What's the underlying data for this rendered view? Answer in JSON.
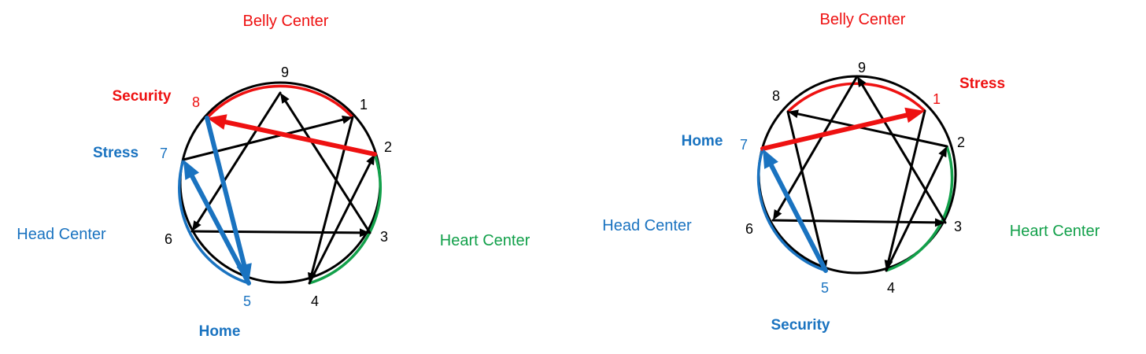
{
  "colors": {
    "red": "#ee1111",
    "blue": "#1a73c0",
    "green": "#12a04a",
    "black": "#000000"
  },
  "lines": [
    [
      1,
      4
    ],
    [
      4,
      2
    ],
    [
      2,
      8
    ],
    [
      8,
      5
    ],
    [
      5,
      7
    ],
    [
      7,
      1
    ],
    [
      9,
      6
    ],
    [
      6,
      3
    ],
    [
      3,
      9
    ]
  ],
  "diagrams": [
    {
      "belly_center": "Belly Center",
      "head_center": "Head Center",
      "heart_center": "Heart Center",
      "points": [
        {
          "n": "1",
          "color": "black"
        },
        {
          "n": "2",
          "color": "black"
        },
        {
          "n": "3",
          "color": "black"
        },
        {
          "n": "4",
          "color": "black"
        },
        {
          "n": "5",
          "color": "blue"
        },
        {
          "n": "6",
          "color": "black"
        },
        {
          "n": "7",
          "color": "blue"
        },
        {
          "n": "8",
          "color": "red"
        },
        {
          "n": "9",
          "color": "black"
        }
      ],
      "roles": {
        "security": "Security",
        "stress": "Stress",
        "home": "Home"
      },
      "highlight_arrows": [
        {
          "from": 2,
          "to": 8,
          "color": "red"
        },
        {
          "from": 8,
          "to": 5,
          "color": "blue"
        },
        {
          "from": 5,
          "to": 7,
          "color": "blue"
        }
      ]
    },
    {
      "belly_center": "Belly Center",
      "head_center": "Head Center",
      "heart_center": "Heart Center",
      "points": [
        {
          "n": "1",
          "color": "red"
        },
        {
          "n": "2",
          "color": "black"
        },
        {
          "n": "3",
          "color": "black"
        },
        {
          "n": "4",
          "color": "black"
        },
        {
          "n": "5",
          "color": "blue"
        },
        {
          "n": "6",
          "color": "black"
        },
        {
          "n": "7",
          "color": "blue"
        },
        {
          "n": "8",
          "color": "black"
        },
        {
          "n": "9",
          "color": "black"
        }
      ],
      "roles": {
        "stress": "Stress",
        "home": "Home",
        "security": "Security"
      },
      "highlight_arrows": [
        {
          "from": 7,
          "to": 1,
          "color": "red"
        },
        {
          "from": 5,
          "to": 7,
          "color": "blue"
        }
      ]
    }
  ]
}
